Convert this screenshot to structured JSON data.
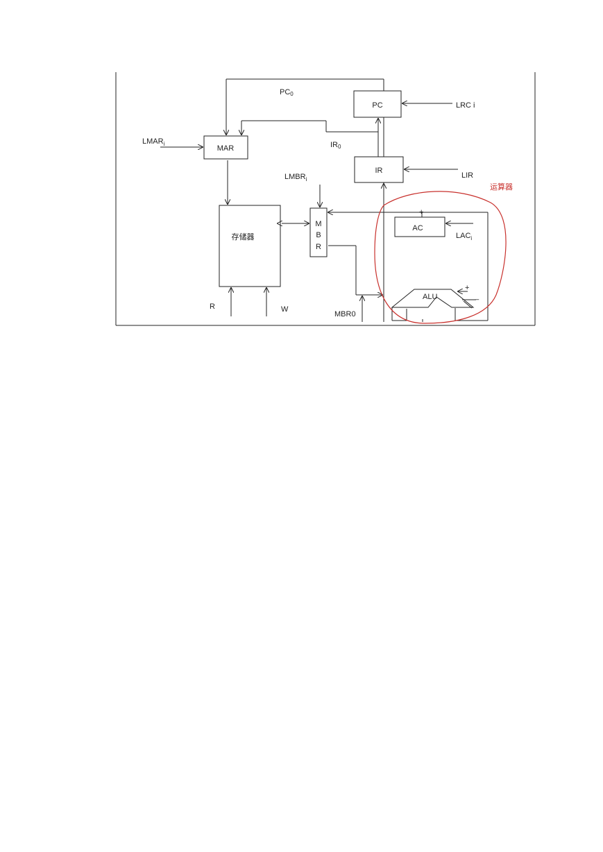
{
  "registers": {
    "pc": "PC",
    "mar": "MAR",
    "ir": "IR",
    "ac": "AC",
    "alu": "ALU",
    "memory": "存储器",
    "mbr": [
      "M",
      "B",
      "R"
    ]
  },
  "signals": {
    "pc0": "PC",
    "pc0_sub": "0",
    "lpci": "LRC i",
    "lmar": "LMAR",
    "lmar_sub": "i",
    "ir0": "IR",
    "ir0_sub": "0",
    "lmbr": "LMBR",
    "lmbr_sub": "i",
    "lir": "LIR",
    "lac": "LAC",
    "lac_sub": "i",
    "r": "R",
    "w": "W",
    "mbr0": "MBR0"
  },
  "marks": {
    "plus_top": "+",
    "plus_right": "+",
    "minus_right": "_"
  },
  "annotation": {
    "arithmetic_unit": "运算器"
  }
}
